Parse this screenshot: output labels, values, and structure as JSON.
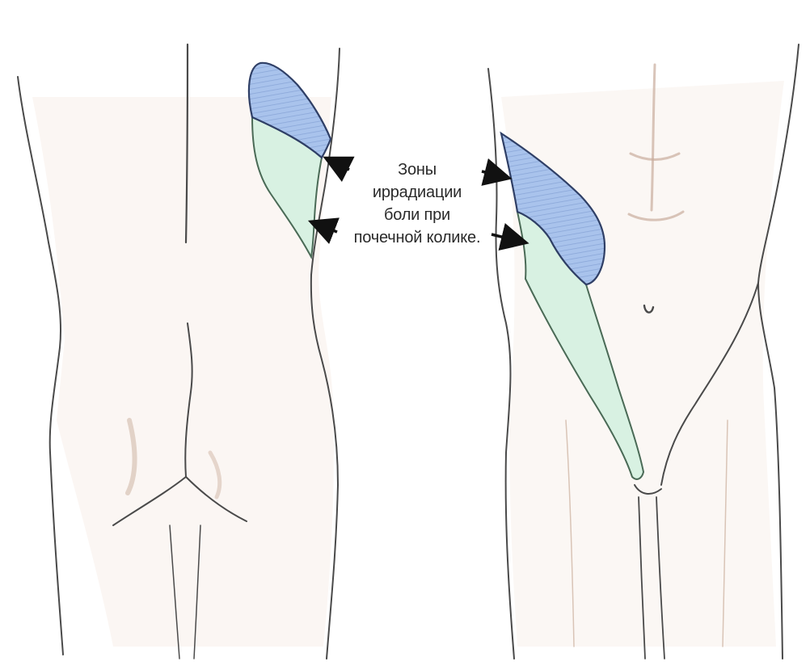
{
  "caption": {
    "lines": [
      "Зоны",
      "иррадиации",
      "боли при",
      "почечной колике."
    ]
  },
  "colors": {
    "background": "#ffffff",
    "outline": "#4a4a4a",
    "skin_shade": "#e8d2c6",
    "zone_upper_fill": "#a9c3ec",
    "zone_upper_stroke": "#2f3f66",
    "zone_lower_fill": "#d8f1e2",
    "zone_lower_stroke": "#4a6a56",
    "arrow": "#111111"
  },
  "figures": {
    "left": "back-view",
    "right": "front-view"
  }
}
